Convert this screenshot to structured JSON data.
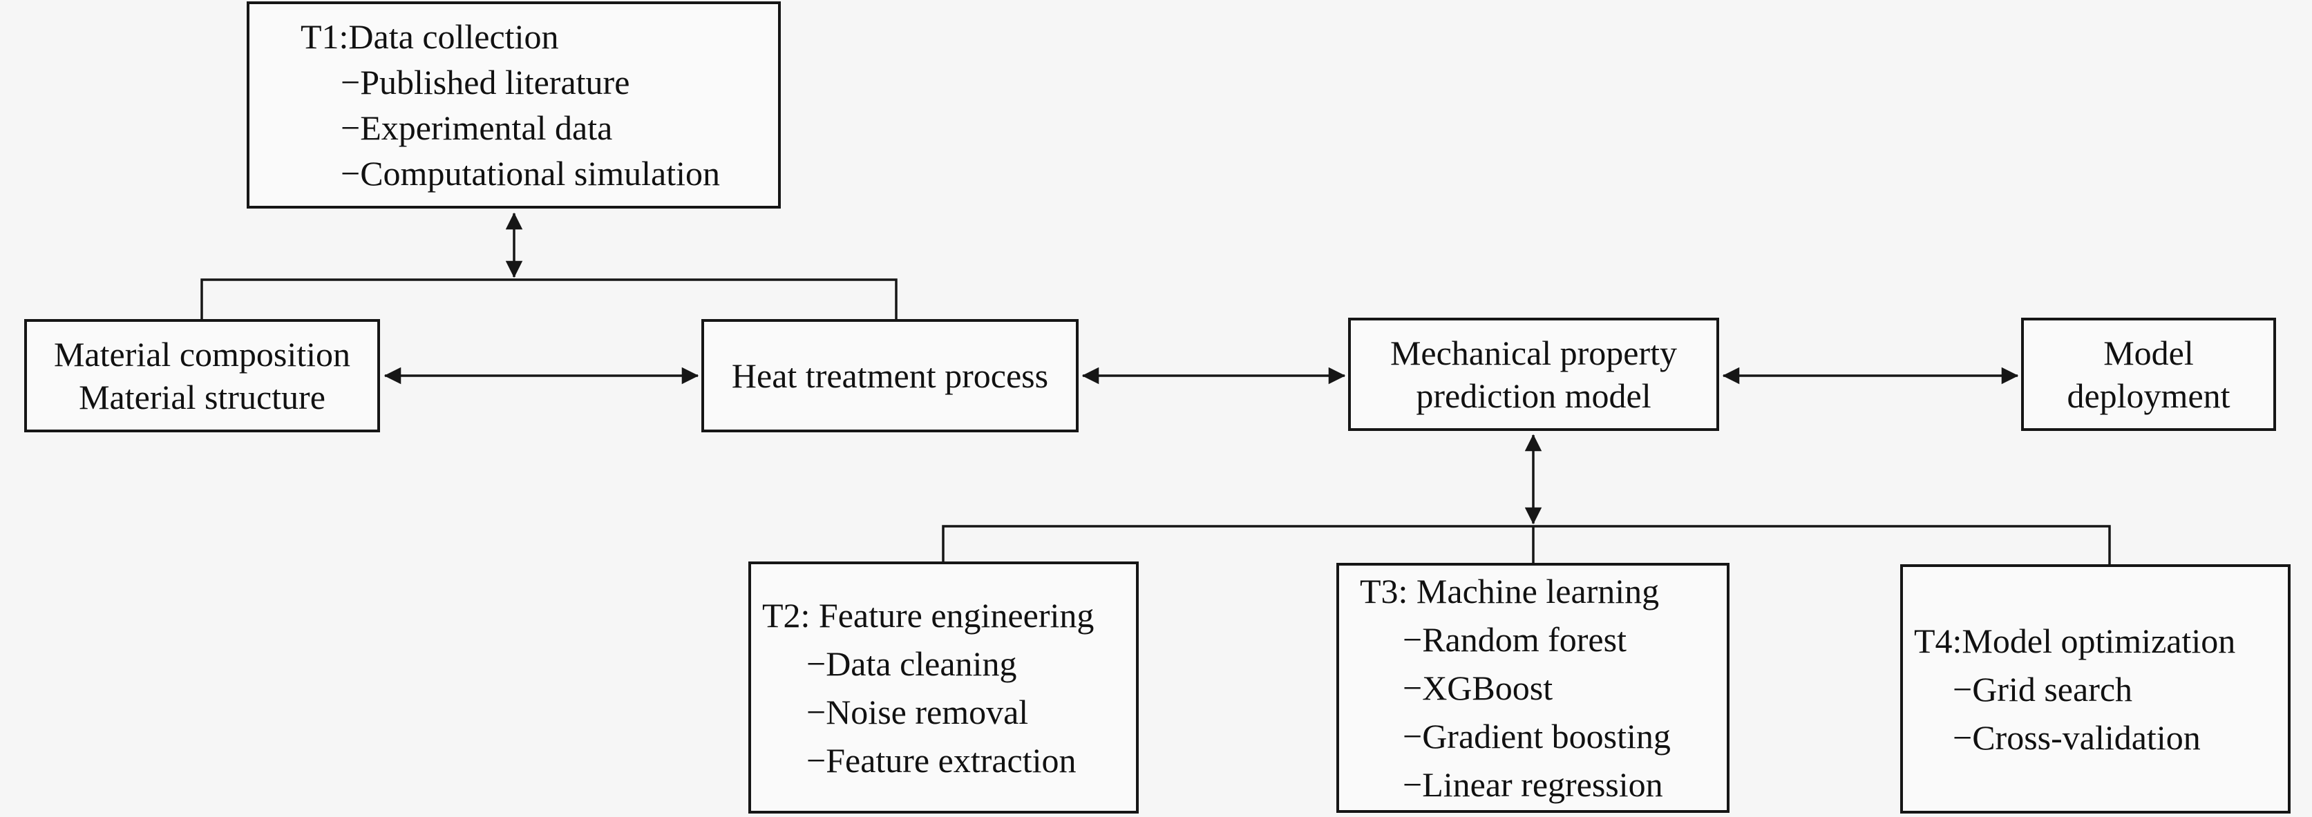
{
  "nodes": {
    "t1": {
      "title": "T1:Data collection",
      "items": [
        "−Published literature",
        "−Experimental data",
        "−Computational simulation"
      ]
    },
    "material": {
      "lines": [
        "Material composition",
        "Material structure"
      ]
    },
    "heat": {
      "label": "Heat treatment process"
    },
    "mechanical": {
      "lines": [
        "Mechanical property",
        "prediction model"
      ]
    },
    "deployment": {
      "lines": [
        "Model",
        "deployment"
      ]
    },
    "t2": {
      "title": "T2: Feature engineering",
      "items": [
        "−Data cleaning",
        "−Noise removal",
        "−Feature extraction"
      ]
    },
    "t3": {
      "title": "T3: Machine learning",
      "items": [
        "−Random forest",
        "−XGBoost",
        "−Gradient boosting",
        "−Linear regression"
      ]
    },
    "t4": {
      "title": "T4:Model optimization",
      "items": [
        "−Grid search",
        "−Cross-validation"
      ]
    }
  },
  "colors": {
    "background": "#f6f6f6",
    "box_fill": "#fafafa",
    "line": "#161616",
    "text": "#111111"
  }
}
